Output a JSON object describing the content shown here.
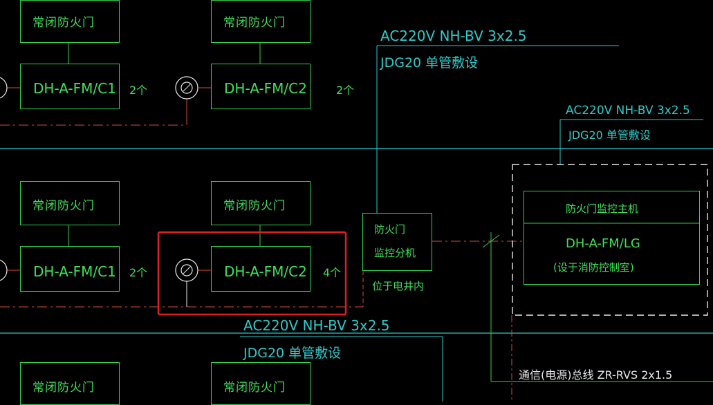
{
  "labels": {
    "normally_closed_door": "常闭防火门",
    "fm_c1": "DH-A-FM/C1",
    "fm_c2": "DH-A-FM/C2",
    "count_2": "2个",
    "count_4": "4个",
    "cable_spec": "AC220V NH-BV 3x2.5",
    "conduit_spec": "JDG20 单管敷设",
    "sub_unit_line1": "防火门",
    "sub_unit_line2": "监控分机",
    "in_shaft": "位于电井内",
    "host_title": "防火门监控主机",
    "host_model": "DH-A-FM/LG",
    "host_location": "(设于消防控制室)",
    "bus_spec": "通信(电源)总线 ZR-RVS 2x1.5"
  },
  "colors": {
    "background": "#000000",
    "equipment": "#2fd24a",
    "equipment_text": "#3ee05a",
    "wiring": "#2ec9c9",
    "signal_dashdot": "#d84a3a",
    "highlight": "#e02020",
    "host_frame": "#e8e8e8"
  }
}
